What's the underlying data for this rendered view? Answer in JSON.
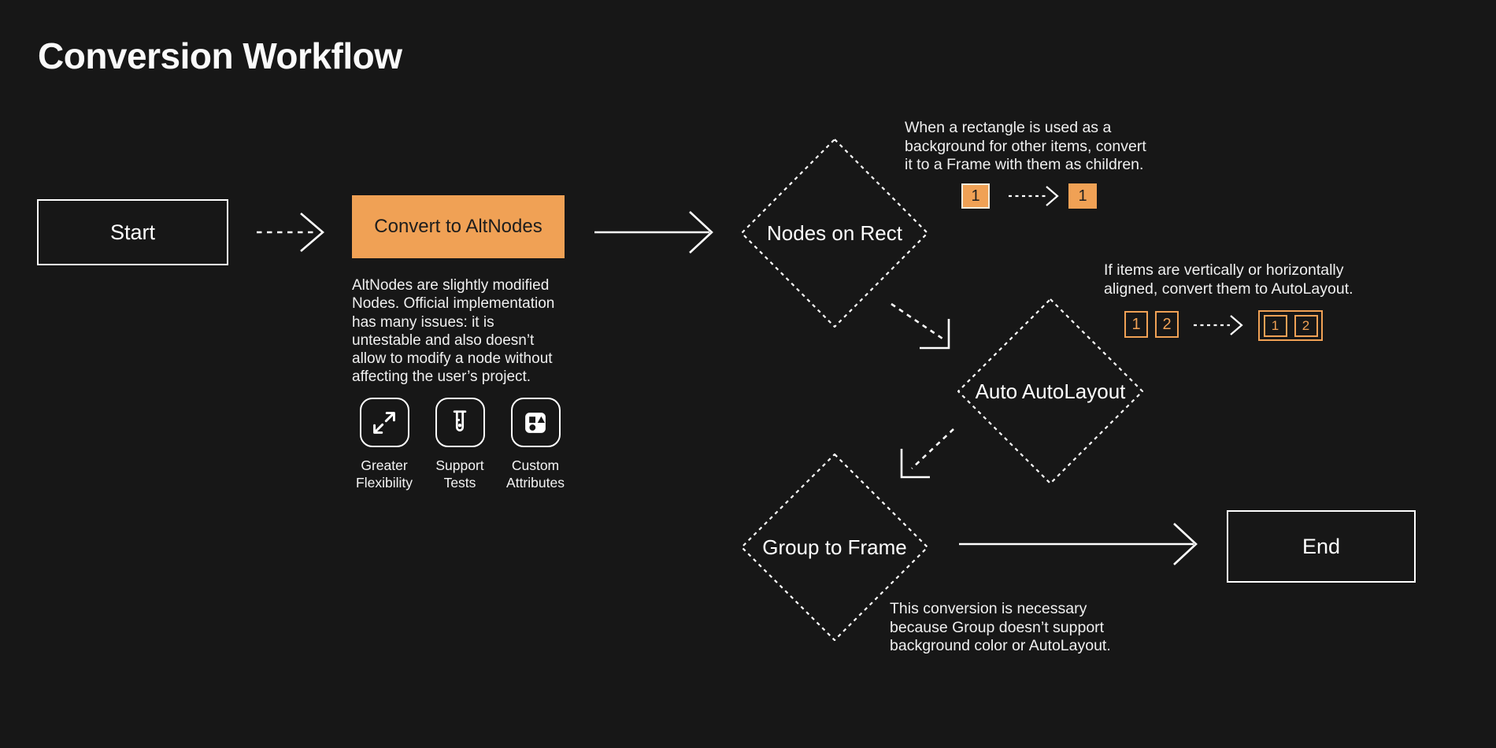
{
  "page": {
    "title": "Conversion Workflow",
    "background_color": "#171717",
    "accent_color": "#F0A155",
    "line_color": "#FFFFFF"
  },
  "nodes": {
    "start": {
      "label": "Start",
      "shape": "rectangle-outline"
    },
    "convert": {
      "label": "Convert to AltNodes",
      "shape": "rectangle-filled-orange"
    },
    "nodes_on_rect": {
      "label": "Nodes on Rect",
      "shape": "diamond-dashed"
    },
    "auto_autolayout": {
      "label": "Auto AutoLayout",
      "shape": "diamond-dashed"
    },
    "group_to_frame": {
      "label": "Group to Frame",
      "shape": "diamond-dashed"
    },
    "end": {
      "label": "End",
      "shape": "rectangle-outline"
    }
  },
  "edges": [
    {
      "from": "Start",
      "to": "Convert to AltNodes",
      "style": "dashed"
    },
    {
      "from": "Convert to AltNodes",
      "to": "Nodes on Rect",
      "style": "solid"
    },
    {
      "from": "Nodes on Rect",
      "to": "Auto AutoLayout",
      "style": "dashed"
    },
    {
      "from": "Auto AutoLayout",
      "to": "Group to Frame",
      "style": "dashed"
    },
    {
      "from": "Group to Frame",
      "to": "End",
      "style": "solid"
    }
  ],
  "convert_note": {
    "text": "AltNodes are slightly modified\nNodes. Official implementation\nhas many issues: it is\nuntestable and also doesn’t\nallow to modify a node without\naffecting the user’s project."
  },
  "features": [
    {
      "icon": "expand-arrows-icon",
      "label": "Greater Flexibility"
    },
    {
      "icon": "test-tube-icon",
      "label": "Support Tests"
    },
    {
      "icon": "shapes-icon",
      "label": "Custom Attributes"
    }
  ],
  "annotations": {
    "rect_note": {
      "text": "When a rectangle is used as a\nbackground for other items, convert\nit to a Frame with them as children.",
      "before": "1",
      "after": "1"
    },
    "autolayout_note": {
      "text": "If items are vertically or horizontally\naligned, convert them to AutoLayout.",
      "before": [
        "1",
        "2"
      ],
      "after": [
        "1",
        "2"
      ]
    },
    "group_note": {
      "text": "This conversion is necessary\nbecause Group doesn’t support\nbackground color or AutoLayout."
    }
  }
}
